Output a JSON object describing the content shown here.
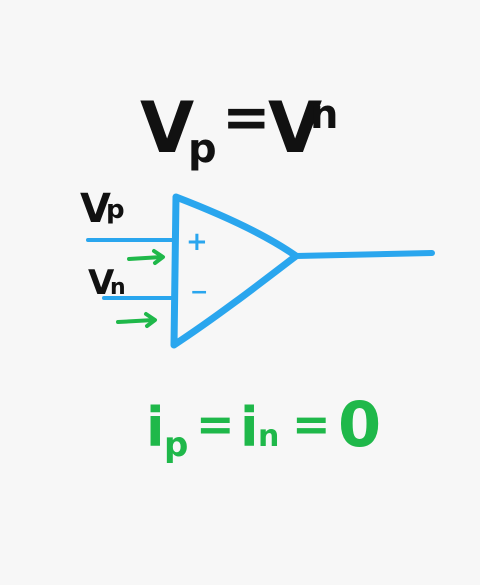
{
  "colors": {
    "background": "#f7f7f7",
    "black_ink": "#111111",
    "blue_ink": "#2aa6ee",
    "green_ink": "#1fb84a"
  },
  "equations": {
    "voltage": {
      "v1": "V",
      "sub1": "p",
      "eq": "=",
      "v2": "V",
      "sub2": "n"
    },
    "current": {
      "i1": "i",
      "sub1": "p",
      "eq1": "=",
      "i2": "i",
      "sub2": "n",
      "eq2": "=",
      "zero": "0"
    }
  },
  "inputs": {
    "vp": {
      "v": "V",
      "sub": "p"
    },
    "vn": {
      "v": "V",
      "sub": "n"
    }
  },
  "op_amp": {
    "plus": "+",
    "minus": "−"
  }
}
